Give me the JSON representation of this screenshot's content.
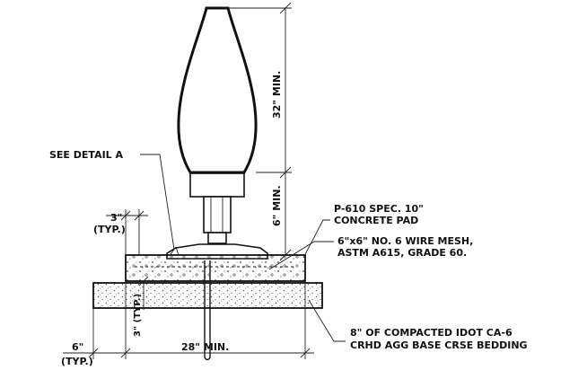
{
  "labels": {
    "see_detail": "SEE DETAIL A",
    "dim_32_min": "32\" MIN.",
    "dim_6_min": "6\" MIN.",
    "dim_3_typ_top_a": "3\"",
    "dim_3_typ_top_b": "(TYP.)",
    "dim_3_typ_side": "3\" (TYP.)",
    "dim_6_typ_a": "6\"",
    "dim_6_typ_b": "(TYP.)",
    "dim_28_min": "28\" MIN.",
    "pad_spec_a": "P-610 SPEC. 10\"",
    "pad_spec_b": "CONCRETE PAD",
    "mesh_a": "6\"x6\" NO. 6 WIRE MESH,",
    "mesh_b": "ASTM A615, GRADE 60.",
    "base_a": "8\" OF COMPACTED IDOT CA-6",
    "base_b": "CRHD AGG BASE CRSE BEDDING"
  },
  "colors": {
    "ink": "#111111",
    "paper": "#ffffff",
    "stipple": "#555555"
  }
}
